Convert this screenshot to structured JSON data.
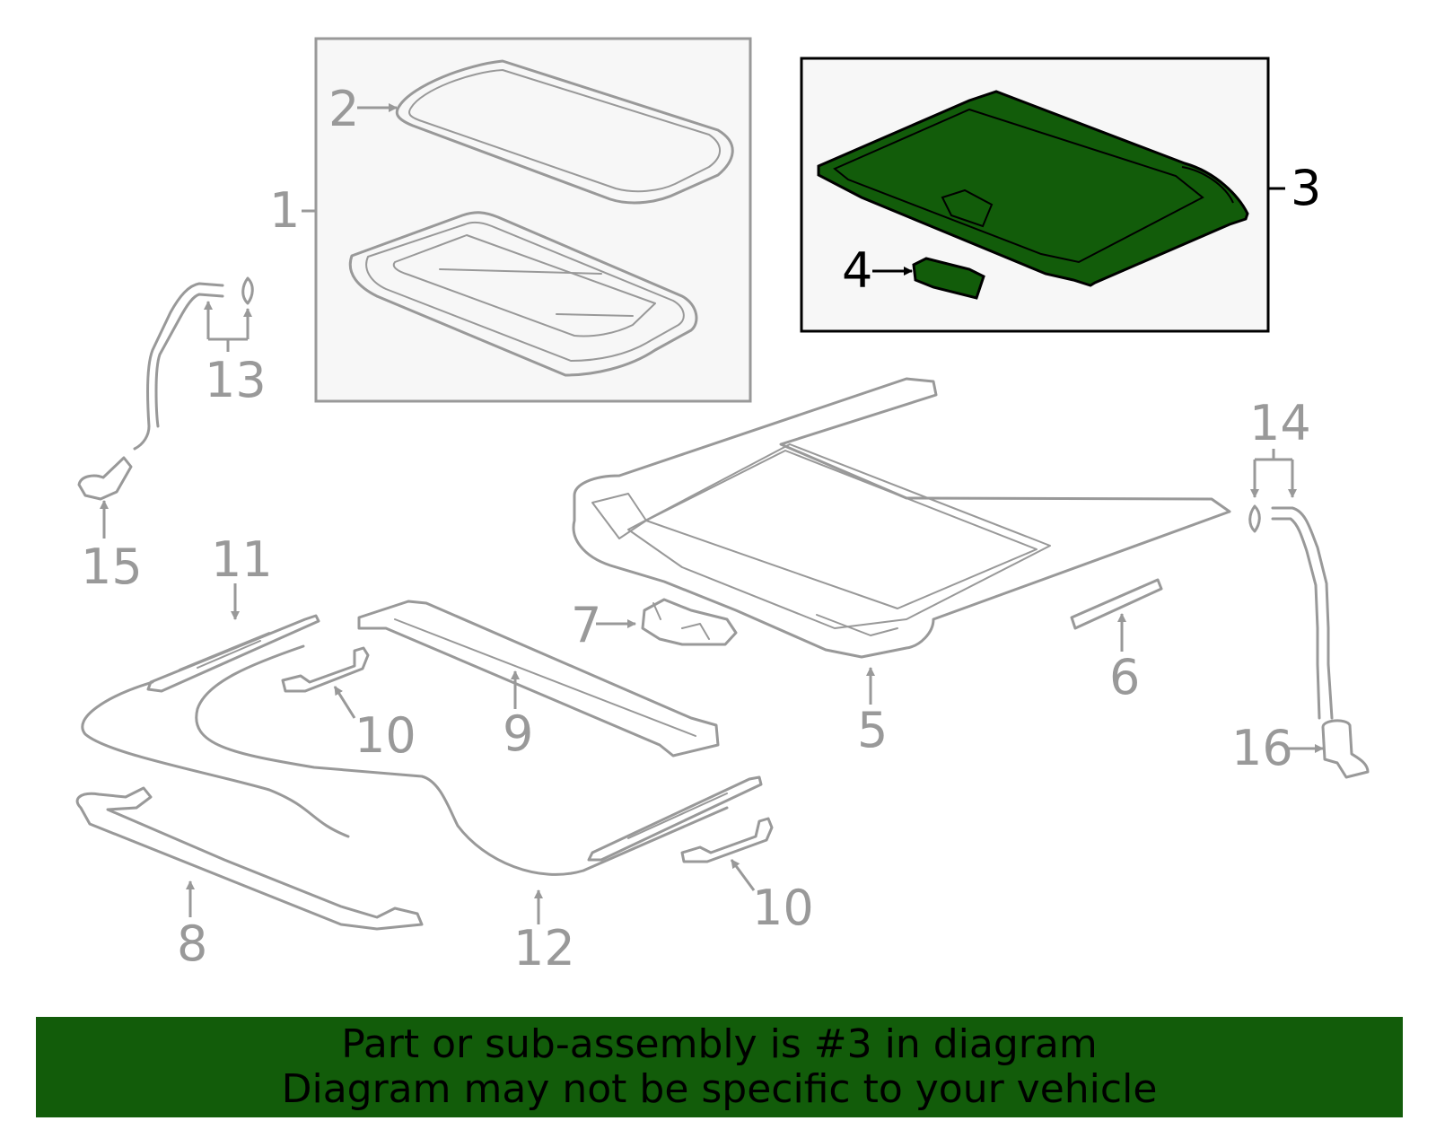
{
  "diagram": {
    "callouts": {
      "c1": "1",
      "c2": "2",
      "c3": "3",
      "c4": "4",
      "c5": "5",
      "c6": "6",
      "c7": "7",
      "c8": "8",
      "c9": "9",
      "c10a": "10",
      "c10b": "10",
      "c11": "11",
      "c12": "12",
      "c13": "13",
      "c14": "14",
      "c15": "15",
      "c16": "16"
    },
    "highlighted_part": "3",
    "highlight_color": "#125c0a",
    "line_color": "#999999",
    "box_background": "#f7f7f7"
  },
  "banner": {
    "line1": "Part or sub-assembly is #3 in diagram",
    "line2": "Diagram may not be specific to your vehicle",
    "background": "#125c0a"
  }
}
